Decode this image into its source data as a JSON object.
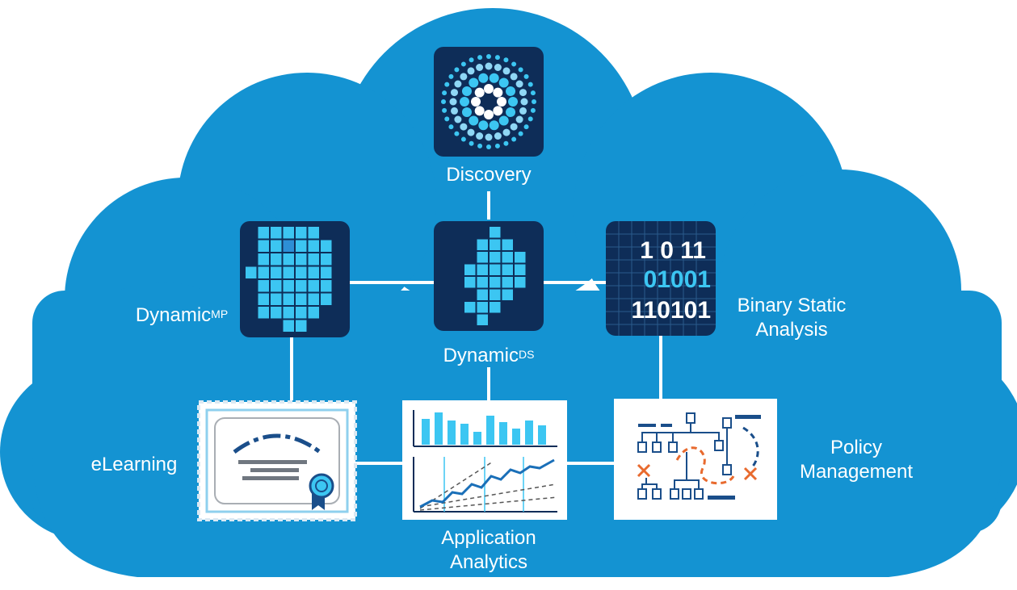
{
  "colors": {
    "cloud": "#1493d2",
    "line": "#ffffff",
    "navy": "#0e2d58",
    "light_blue": "#3cc6f2",
    "mid_blue": "#2d8fd6",
    "accent_orange": "#e86a2e"
  },
  "nodes": {
    "discovery": {
      "label": "Discovery",
      "icon": "rings-icon"
    },
    "dynamic_mp": {
      "label": "Dynamic",
      "sup": "MP",
      "icon": "grid-icon"
    },
    "dynamic_ds": {
      "label": "Dynamic",
      "sup": "DS",
      "icon": "grid-icon"
    },
    "binary_static": {
      "label_line1": "Binary Static",
      "label_line2": "Analysis",
      "icon": "binary-code-icon",
      "code_rows": [
        "1 0 11",
        "01001",
        "110101"
      ]
    },
    "elearning": {
      "label": "eLearning",
      "icon": "certificate-icon"
    },
    "application_analytics": {
      "label_line1": "Application",
      "label_line2": "Analytics",
      "icon": "analytics-chart-icon"
    },
    "policy_management": {
      "label_line1": "Policy",
      "label_line2": "Management",
      "icon": "flowchart-icon"
    }
  }
}
